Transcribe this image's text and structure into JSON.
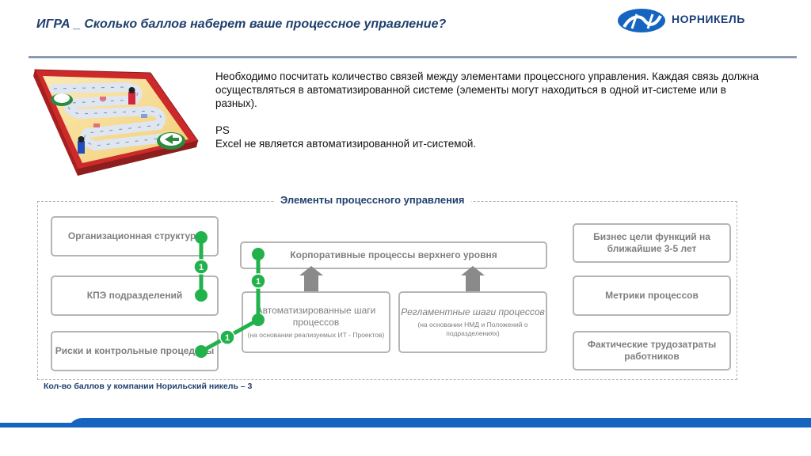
{
  "header": {
    "title": "ИГРА _ Сколько баллов наберет ваше процессное управление?",
    "logo_text": "НОРНИКЕЛЬ"
  },
  "description": {
    "paragraph": "Необходимо посчитать количество связей между элементами процессного управления. Каждая связь должна осуществляться в автоматизированной системе (элементы могут находиться в одной ит-системе или в разных).",
    "ps_label": "PS",
    "ps_text": "Excel не является автоматизированной ит-системой."
  },
  "diagram": {
    "section_title": "Элементы процессного управления",
    "left_boxes": [
      {
        "label": "Организационная структура"
      },
      {
        "label": "КПЭ подразделений"
      },
      {
        "label": "Риски и контрольные процедуры"
      }
    ],
    "top_process": {
      "label": "Корпоративные процессы верхнего уровня"
    },
    "auto_steps": {
      "label": "Автоматизированные шаги процессов",
      "note": "(на основании реализуемых  ИТ - Проектов)"
    },
    "reg_steps": {
      "label": "Регламентные шаги процессов",
      "note": "(на основании НМД и Положений о подразделениях)"
    },
    "right_boxes": [
      {
        "label": "Бизнес цели функций на ближайшие 3-5 лет"
      },
      {
        "label": "Метрики процессов"
      },
      {
        "label": "Фактические трудозатраты работников"
      }
    ],
    "link_scores": [
      "1",
      "1",
      "1"
    ],
    "colors": {
      "link": "#22b24c",
      "box_border": "#b5b5b5",
      "title": "#1f3f6d",
      "brand": "#1565c0"
    }
  },
  "score_line": "Кол-во баллов у компании Норильский никель – 3"
}
